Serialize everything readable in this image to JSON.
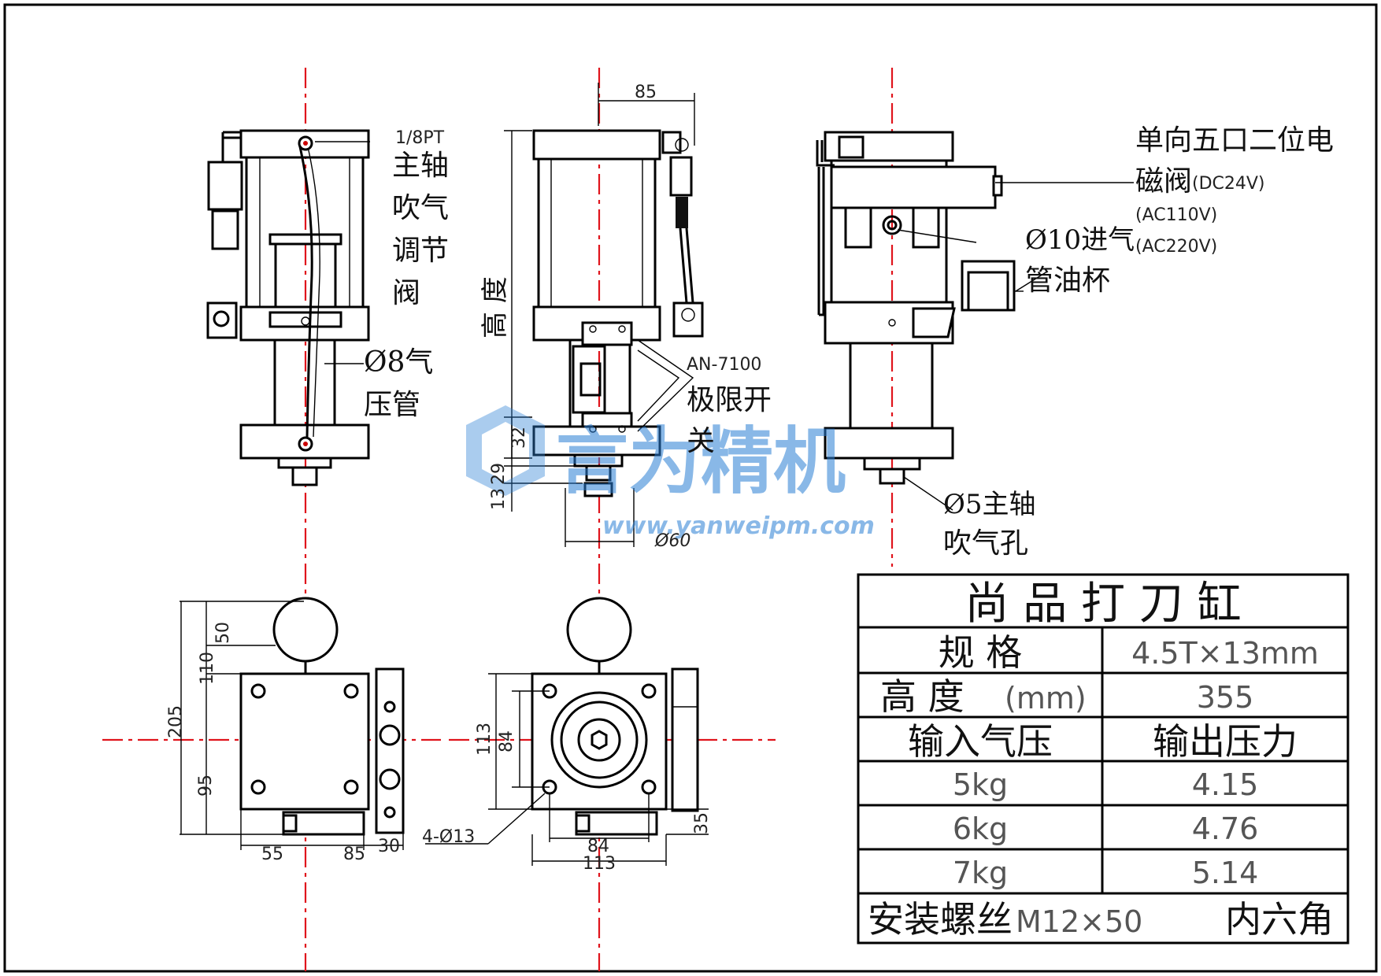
{
  "callouts": {
    "pt": "1/8PT",
    "spindle_blow_valve": [
      "主轴",
      "吹气",
      "调节",
      "阀"
    ],
    "air_pipe": [
      "Ø8气",
      "压管"
    ],
    "limit_switch_model": "AN-7100",
    "limit_switch": [
      "极限开",
      "关"
    ],
    "solenoid_valve": [
      "单向五口二位电",
      "磁阀"
    ],
    "voltage_dc": "(DC24V)",
    "voltage_ac110": "(AC110V)",
    "voltage_ac220": "(AC220V)",
    "inlet_pipe": "Ø10进气",
    "oil_cup": "管油杯",
    "spindle_blow_hole": [
      "Ø5主轴",
      "吹气孔"
    ],
    "height_label": "高 度",
    "mount_holes": "4-Ø13"
  },
  "dimensions": {
    "d85_top": "85",
    "d32": "32",
    "d29": "29",
    "d13": "13",
    "d60": "Ø60",
    "d50": "50",
    "d110": "110",
    "d205": "205",
    "d95": "95",
    "d55": "55",
    "d85_bottom": "85",
    "d30": "30",
    "d113_v": "113",
    "d84_v": "84",
    "d84_h": "84",
    "d113_h": "113",
    "d35": "35"
  },
  "watermark": {
    "cn": "言为精机",
    "url": "www.yanweipm.com"
  },
  "spec_table": {
    "title": "尚 品 打 刀 缸",
    "rows": [
      {
        "label": "规 格",
        "value": "4.5T×13mm"
      },
      {
        "label": "高 度",
        "unit": "(mm)",
        "value": "355"
      },
      {
        "label": "输入气压",
        "value": "输出压力"
      },
      {
        "label": "5kg",
        "value": "4.15"
      },
      {
        "label": "6kg",
        "value": "4.76"
      },
      {
        "label": "7kg",
        "value": "5.14"
      }
    ],
    "footer_a": "安装螺丝",
    "footer_b": "M12×50",
    "footer_c": "内六角"
  },
  "colors": {
    "centerline": "#e0141c",
    "watermark": "#2a7fd4"
  }
}
